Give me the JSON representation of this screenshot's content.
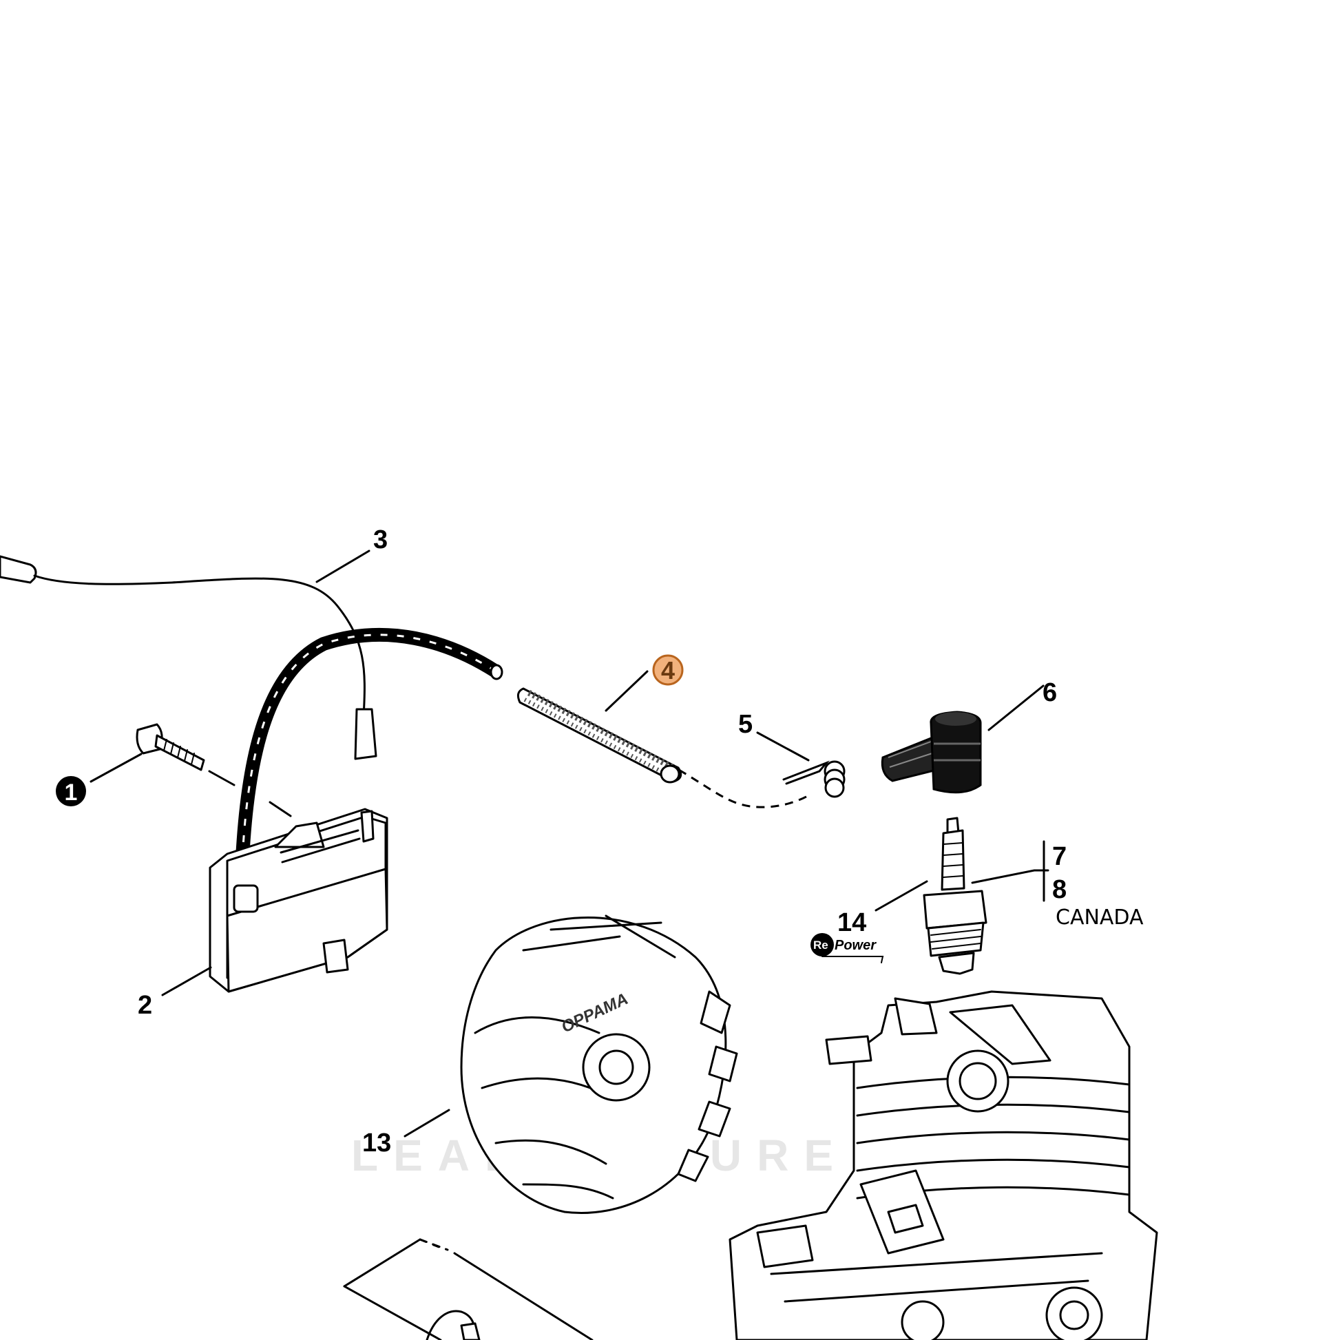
{
  "callouts": {
    "c1": "1",
    "c2": "2",
    "c3": "3",
    "c4": "4",
    "c5": "5",
    "c6": "6",
    "c7": "7",
    "c8": "8",
    "c13": "13",
    "c14": "14"
  },
  "note_canada": "CANADA",
  "flywheel_brand": "OPPAMA",
  "repower_logo": {
    "re": "Re",
    "power": "Power"
  },
  "watermark": "LEADVENTURE",
  "colors": {
    "highlight_fill": "#f2b27d",
    "highlight_stroke": "#b9651e",
    "line": "#000000"
  }
}
